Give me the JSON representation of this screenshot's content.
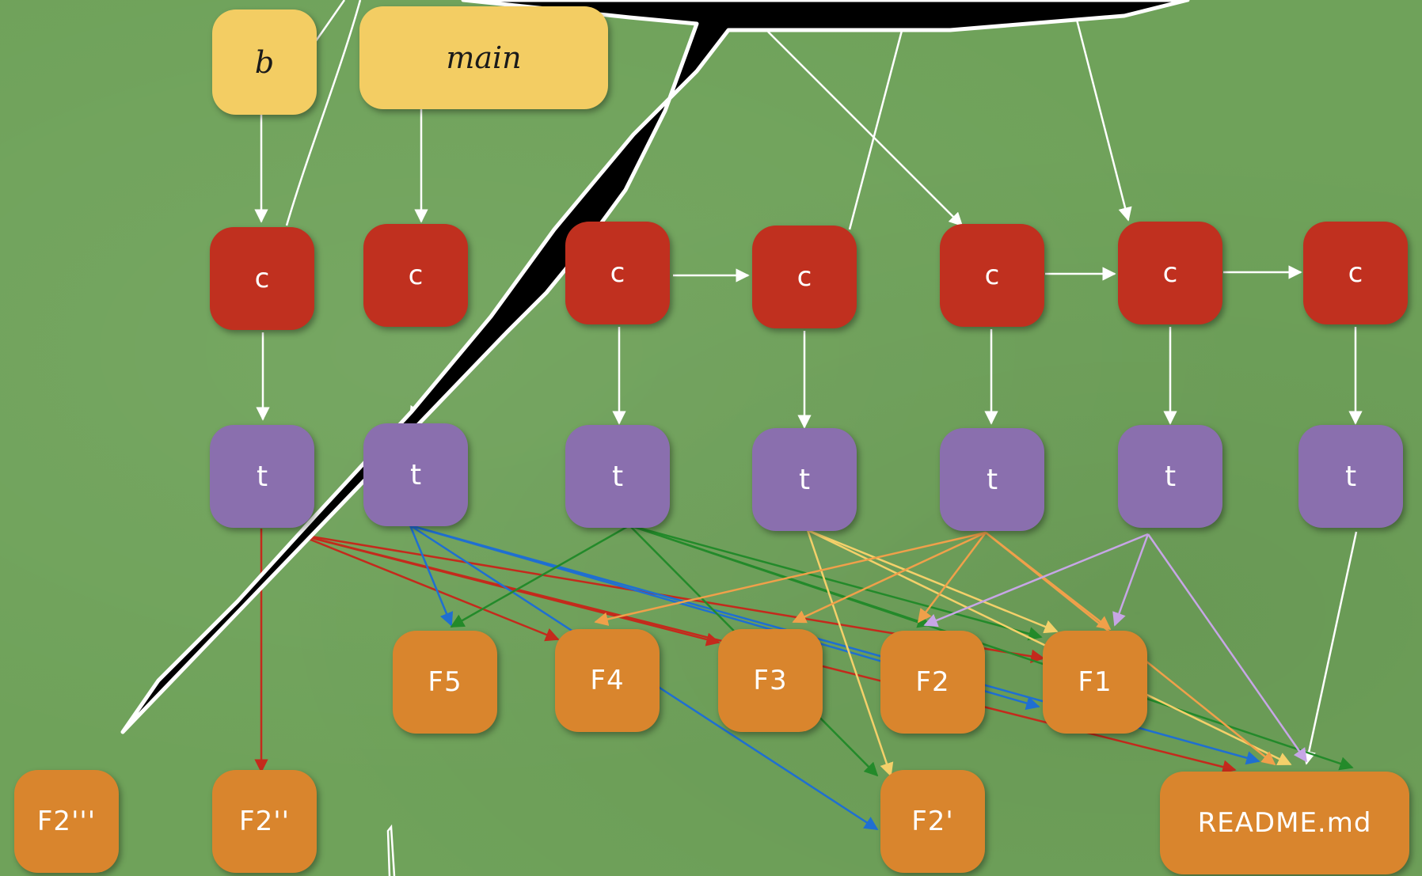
{
  "refs": [
    {
      "id": "ref-b",
      "label": "b"
    },
    {
      "id": "ref-main",
      "label": "main"
    }
  ],
  "commits": [
    {
      "id": "c1",
      "label": "c"
    },
    {
      "id": "c2",
      "label": "c"
    },
    {
      "id": "c3",
      "label": "c"
    },
    {
      "id": "c4",
      "label": "c"
    },
    {
      "id": "c5",
      "label": "c"
    },
    {
      "id": "c6",
      "label": "c"
    },
    {
      "id": "c7",
      "label": "c"
    }
  ],
  "trees": [
    {
      "id": "t1",
      "label": "t"
    },
    {
      "id": "t2",
      "label": "t"
    },
    {
      "id": "t3",
      "label": "t"
    },
    {
      "id": "t4",
      "label": "t"
    },
    {
      "id": "t5",
      "label": "t"
    },
    {
      "id": "t6",
      "label": "t"
    },
    {
      "id": "t7",
      "label": "t"
    }
  ],
  "blobs": [
    {
      "id": "F5",
      "label": "F5"
    },
    {
      "id": "F4",
      "label": "F4"
    },
    {
      "id": "F3",
      "label": "F3"
    },
    {
      "id": "F2",
      "label": "F2"
    },
    {
      "id": "F1",
      "label": "F1"
    },
    {
      "id": "F2p3",
      "label": "F2'''"
    },
    {
      "id": "F2p2",
      "label": "F2''"
    },
    {
      "id": "F2p1",
      "label": "F2'"
    },
    {
      "id": "README",
      "label": "README.md"
    }
  ],
  "colors": {
    "background": "#6fa25a",
    "ref": "#f3cd63",
    "commit": "#c0301f",
    "tree": "#8a6fae",
    "blob": "#d9852d",
    "edge_white": "#ffffff",
    "tree1_edges": "#c42a1c",
    "tree2_edges": "#1f6fd1",
    "tree3_edges": "#238a2a",
    "tree4_edges": "#f4d06a",
    "tree5_edges": "#f0a04a",
    "tree6_edges": "#c7a6e6",
    "tear": "#000000"
  }
}
